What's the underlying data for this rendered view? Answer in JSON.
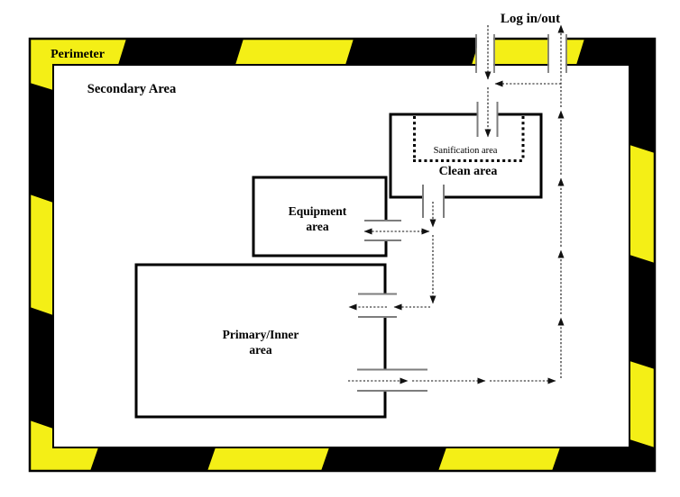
{
  "labels": {
    "perimeter": "Perimeter",
    "secondary_area": "Secondary Area",
    "log_in_out": "Log in/out",
    "clean_area": "Clean area",
    "sanification_area": "Sanification area",
    "equipment_area": {
      "line1": "Equipment",
      "line2": "area"
    },
    "primary_inner_area": {
      "line1": "Primary/Inner",
      "line2": "area"
    }
  },
  "colors": {
    "hazard_yellow": "#F4EF16",
    "hazard_black": "#000000",
    "wall_black": "#000000",
    "gate_gray": "#7d7d7d",
    "arrow_black": "#111111",
    "background": "#ffffff"
  }
}
